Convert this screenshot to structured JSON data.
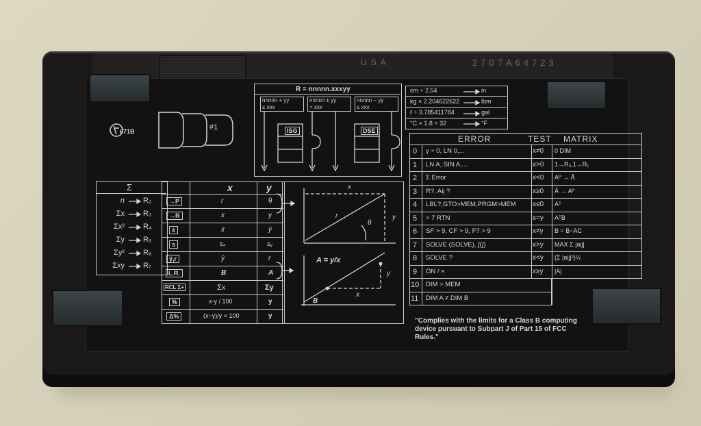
{
  "header": {
    "country": "USA",
    "serial": "2707A64723"
  },
  "badge": {
    "code": "671B"
  },
  "card_label": "#1",
  "isg_diagram": {
    "title": "R = nnnnn.xxxyy",
    "boxes": [
      "nnnnn + yy\n≤ xxx",
      "nnnnn ± yy\n> xxx",
      "nnnnn − yy\n≤ xxx"
    ],
    "isg_label": "ISG",
    "dse_label": "DSE"
  },
  "conversions": [
    {
      "expr": "cm ÷ 2.54",
      "unit": "in"
    },
    {
      "expr": "kg × 2.204622622",
      "unit": "lbm"
    },
    {
      "expr": "ℓ ÷ 3.785411784",
      "unit": "gal"
    },
    {
      "expr": "°C × 1.8 + 32",
      "unit": "°F"
    }
  ],
  "sigma": {
    "header": "Σ",
    "rows": [
      {
        "lhs": "n",
        "reg": "R₂"
      },
      {
        "lhs": "Σx",
        "reg": "R₃"
      },
      {
        "lhs": "Σx²",
        "reg": "R₄"
      },
      {
        "lhs": "Σy",
        "reg": "R₅"
      },
      {
        "lhs": "Σy²",
        "reg": "R₆"
      },
      {
        "lhs": "Σxy",
        "reg": "R₇"
      }
    ]
  },
  "stat_table": {
    "headers": [
      "",
      "x",
      "y"
    ],
    "rows": [
      {
        "key": "→P",
        "x": "r",
        "y": "θ"
      },
      {
        "key": "→R",
        "x": "x",
        "y": "y"
      },
      {
        "key": "x̄",
        "x": "x̄",
        "y": "ȳ"
      },
      {
        "key": "s",
        "x": "sₓ",
        "y": "sᵧ"
      },
      {
        "key": "ŷ,r",
        "x": "ŷ",
        "y": "r"
      },
      {
        "key": "L.R.",
        "x": "B",
        "y": "A"
      },
      {
        "key": "RCL Σ+",
        "x": "Σx",
        "y": "Σy"
      },
      {
        "key": "%",
        "x": "x·y / 100",
        "y": "y"
      },
      {
        "key": "Δ%",
        "x": "(x−y)/y × 100",
        "y": "y"
      }
    ]
  },
  "polar": {
    "x": "x",
    "y": "y",
    "r": "r",
    "theta": "θ"
  },
  "linreg": {
    "formula": "A = y/x",
    "x": "x",
    "y": "y",
    "b": "B"
  },
  "error_matrix": {
    "headers": [
      "ERROR",
      "TEST",
      "MATRIX"
    ],
    "rows": [
      {
        "n": "0",
        "err": "y ÷ 0, LN 0,...",
        "test": "x≠0",
        "mat": "0 DIM"
      },
      {
        "n": "1",
        "err": "LN A, SIN A,...",
        "test": "x>0",
        "mat": "1→R₀,1→R₁"
      },
      {
        "n": "2",
        "err": "Σ Error",
        "test": "x<0",
        "mat": "Aᴾ → Ã"
      },
      {
        "n": "3",
        "err": "R?, Aij ?",
        "test": "x≥0",
        "mat": "Ã → Aᴾ"
      },
      {
        "n": "4",
        "err": "LBL?,GTO>MEM,PRGM>MEM",
        "test": "x≤0",
        "mat": "Aᵀ"
      },
      {
        "n": "5",
        "err": "> 7 RTN",
        "test": "x=y",
        "mat": "AᵀB"
      },
      {
        "n": "6",
        "err": "SF > 9, CF > 9, F? > 9",
        "test": "x≠y",
        "mat": "B = B−AC"
      },
      {
        "n": "7",
        "err": "SOLVE (SOLVE), ∫(∫)",
        "test": "x>y",
        "mat": "MAX Σ |aij|"
      },
      {
        "n": "8",
        "err": "SOLVE ?",
        "test": "x<y",
        "mat": "(Σ |aij|²)½"
      },
      {
        "n": "9",
        "err": "ON / ×",
        "test": "x≥y",
        "mat": "|A|"
      },
      {
        "n": "10",
        "err": "DIM > MEM",
        "test": "",
        "mat": ""
      },
      {
        "n": "11",
        "err": "DIM A ≠ DIM B",
        "test": "",
        "mat": ""
      }
    ]
  },
  "fcc_notice": "\"Complies with the limits for a Class B computing device pursuant to Subpart J of Part 15 of FCC Rules.\""
}
